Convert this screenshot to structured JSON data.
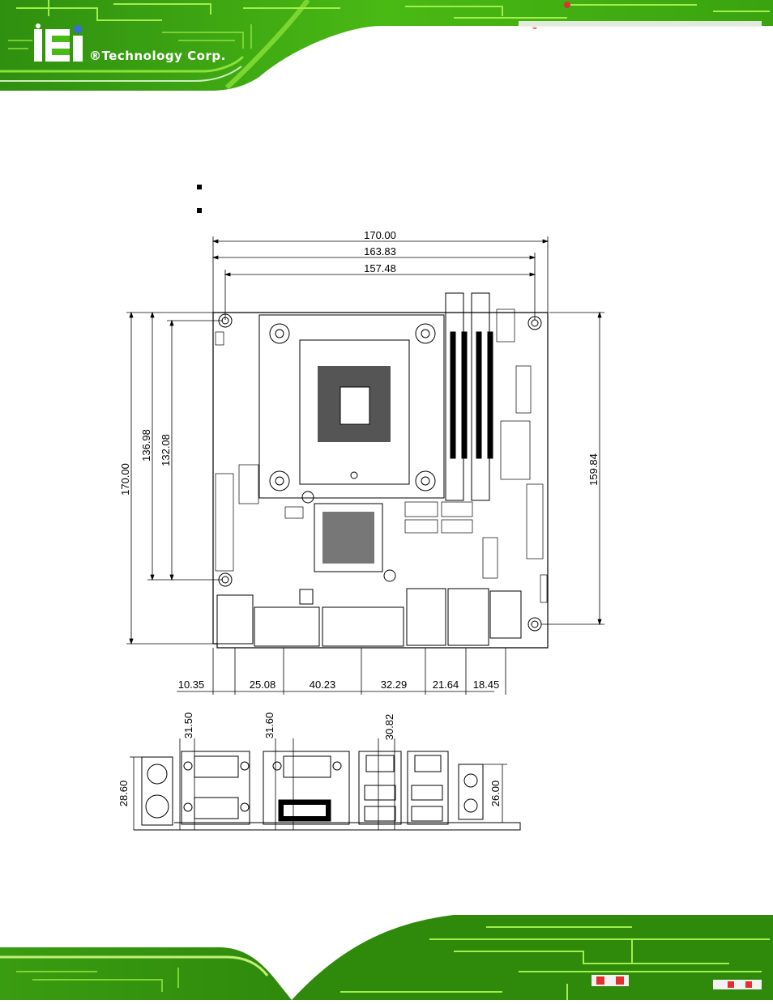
{
  "header": {
    "brand_name": "®Technology Corp.",
    "logo_text": "iEi"
  },
  "bullets": [
    "",
    ""
  ],
  "top_view": {
    "dimensions_top": [
      "170.00",
      "163.83",
      "157.48"
    ],
    "dimensions_left": [
      "170.00",
      "136.98",
      "132.08"
    ],
    "dimensions_right": [
      "159.84"
    ],
    "dimensions_bottom": [
      "10.35",
      "25.08",
      "40.23",
      "32.29",
      "21.64",
      "18.45"
    ]
  },
  "io_view": {
    "dimensions_top": [
      "31.50",
      "31.60",
      "30.82"
    ],
    "dimensions_left": [
      "28.60"
    ],
    "dimensions_right": [
      "26.00"
    ]
  },
  "colors": {
    "pcb_green": "#46b812",
    "trace_light": "#a6f03a",
    "line": "#000000"
  }
}
